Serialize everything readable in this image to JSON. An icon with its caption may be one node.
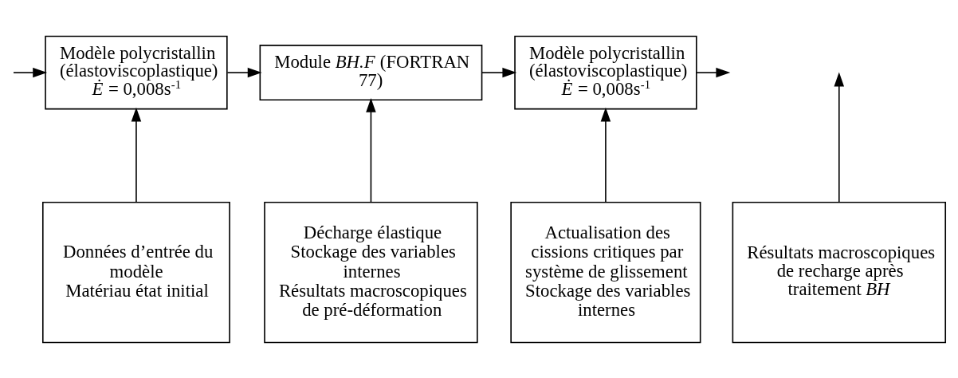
{
  "diagram": {
    "nodes": [
      {
        "text": [
          "Modèle polycristallin (élastoviscoplastique)",
          "*Ė* = 0,008s$^{-1}$"
        ]
      },
      {
        "text": [
          "Module *BH.F* (FORTRAN 77)"
        ]
      },
      {
        "text": [
          "Modèle polycristallin (élastoviscoplastique)",
          "*Ė* = 0,008s$^{-1}$"
        ]
      },
      {
        "text": [
          "Données d’entrée du modèle",
          "Matériau état initial"
        ]
      },
      {
        "text": [
          "Décharge élastique",
          "Stockage des variables internes",
          "Résultats macroscopiques de pré-déformation"
        ]
      },
      {
        "text": [
          "Actualisation des cissions critiques par système de glissement",
          "Stockage des variables internes"
        ]
      },
      {
        "text": [
          "Résultats macroscopiques de recharge après traitement *BH*"
        ]
      }
    ],
    "edges": [
      {
        "from": null,
        "to": 0,
        "arrow": "to"
      },
      {
        "from": 0,
        "to": 1,
        "arrow": "to"
      },
      {
        "from": 1,
        "to": 2,
        "arrow": "to"
      },
      {
        "from": 2,
        "to": null,
        "arrow": "to"
      },
      {
        "from": 3,
        "to": 0,
        "arrow": "to"
      },
      {
        "from": 4,
        "to": 1,
        "arrow": "to"
      },
      {
        "from": 5,
        "to": 2,
        "arrow": "to"
      },
      {
        "from": 6,
        "to": null,
        "arrow": "to"
      }
    ]
  }
}
